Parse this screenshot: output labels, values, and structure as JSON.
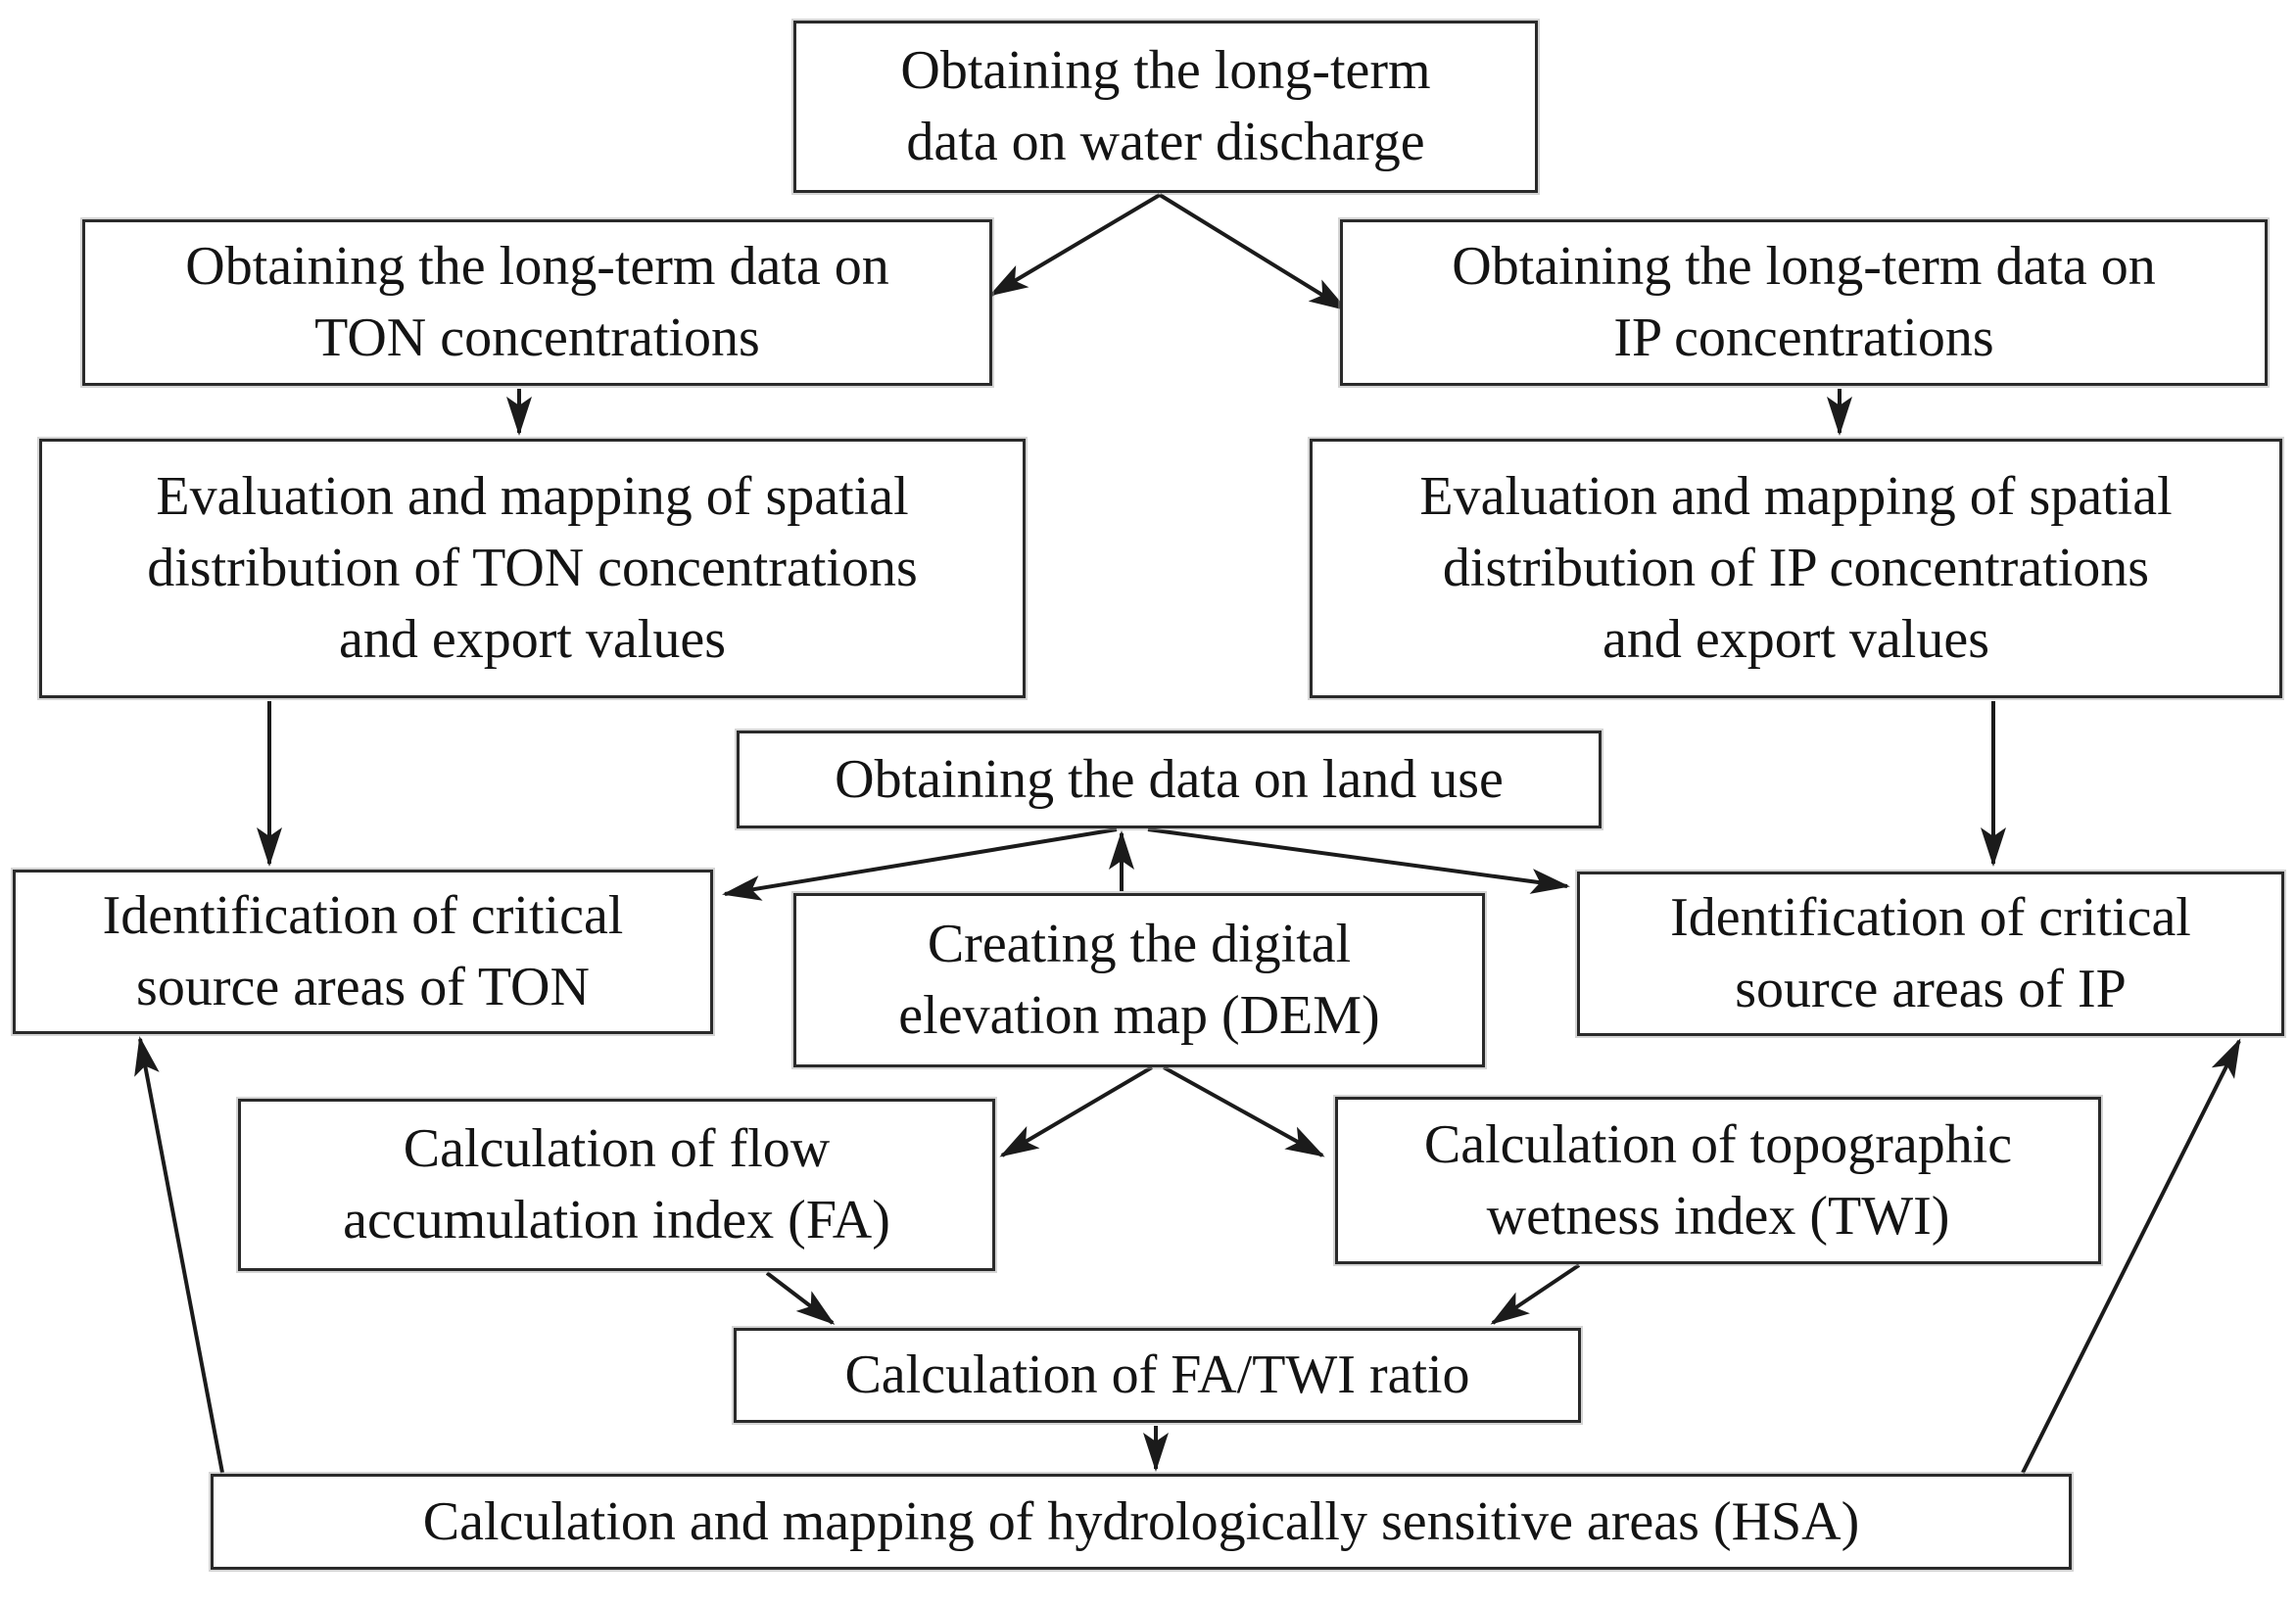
{
  "diagram": {
    "type": "flowchart",
    "title": "Workflow for identification of hydrologically sensitive and critical source areas",
    "background": "#ffffff",
    "node_fill": "#ffffff",
    "node_border_color": "#2a2a2a",
    "arrow_color": "#1b1b1b",
    "text_color": "#141414",
    "nodes": {
      "water_discharge": {
        "label": "Obtaining the long-term\ndata on water discharge"
      },
      "ton_concentrations": {
        "label": "Obtaining the long-term data on\nTON concentrations"
      },
      "ip_concentrations": {
        "label": "Obtaining the long-term data on\nIP concentrations"
      },
      "eval_ton": {
        "label": "Evaluation and mapping of spatial\ndistribution of TON concentrations\nand export values"
      },
      "eval_ip": {
        "label": "Evaluation and mapping of spatial\ndistribution of IP concentrations\nand export values"
      },
      "land_use": {
        "label": "Obtaining the data on land use"
      },
      "ident_ton": {
        "label": "Identification of critical\nsource areas of TON"
      },
      "dem": {
        "label": "Creating the digital\nelevation map (DEM)"
      },
      "ident_ip": {
        "label": "Identification of critical\nsource areas of IP"
      },
      "fa": {
        "label": "Calculation of flow\naccumulation index (FA)"
      },
      "twi": {
        "label": "Calculation of topographic\nwetness index (TWI)"
      },
      "fa_twi": {
        "label": "Calculation of FA/TWI ratio"
      },
      "hsa": {
        "label": "Calculation and mapping of hydrologically sensitive areas (HSA)"
      }
    },
    "edges": [
      {
        "from": "water_discharge",
        "to": "ton_concentrations"
      },
      {
        "from": "water_discharge",
        "to": "ip_concentrations"
      },
      {
        "from": "ton_concentrations",
        "to": "eval_ton"
      },
      {
        "from": "ip_concentrations",
        "to": "eval_ip"
      },
      {
        "from": "eval_ton",
        "to": "ident_ton"
      },
      {
        "from": "eval_ip",
        "to": "ident_ip"
      },
      {
        "from": "dem",
        "to": "land_use"
      },
      {
        "from": "land_use",
        "to": "ident_ton"
      },
      {
        "from": "land_use",
        "to": "ident_ip"
      },
      {
        "from": "dem",
        "to": "fa"
      },
      {
        "from": "dem",
        "to": "twi"
      },
      {
        "from": "fa",
        "to": "fa_twi"
      },
      {
        "from": "twi",
        "to": "fa_twi"
      },
      {
        "from": "fa_twi",
        "to": "hsa"
      },
      {
        "from": "hsa",
        "to": "ident_ton"
      },
      {
        "from": "hsa",
        "to": "ident_ip"
      }
    ]
  }
}
